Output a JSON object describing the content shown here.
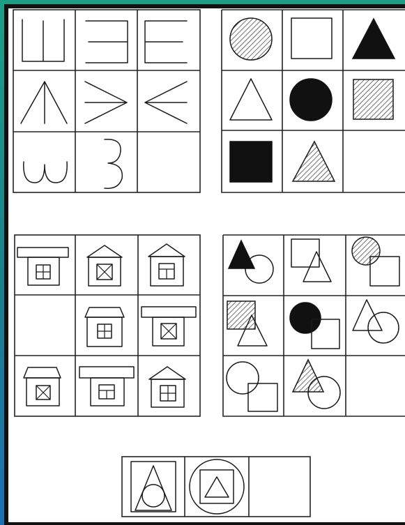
{
  "puzzles": [
    {
      "id": "lines-matrix",
      "rows": 3,
      "cols": 3,
      "missing_cell": 9
    },
    {
      "id": "shapes-matrix",
      "rows": 3,
      "cols": 3,
      "missing_cell": 9
    },
    {
      "id": "houses-matrix",
      "rows": 3,
      "cols": 3,
      "missing_cell": 4
    },
    {
      "id": "overlap-matrix",
      "rows": 3,
      "cols": 3,
      "missing_cell": 9
    },
    {
      "id": "nested-sequence",
      "rows": 1,
      "cols": 3,
      "missing_cell": 3
    }
  ],
  "colors": {
    "ink": "#1a1a1a",
    "frame": "#111111",
    "background_top": "#1f9e86",
    "background_bottom": "#1f6fb0"
  }
}
